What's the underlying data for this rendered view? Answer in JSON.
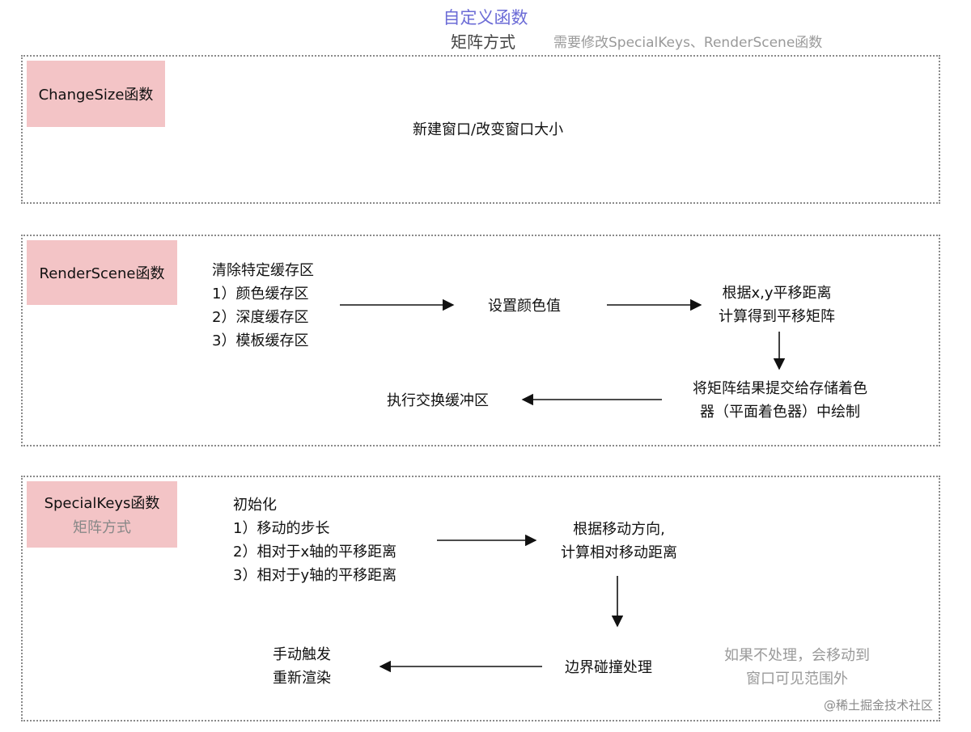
{
  "header": {
    "title": "自定义函数",
    "subtitle": "矩阵方式",
    "note": "需要修改SpecialKeys、RenderScene函数"
  },
  "change_size": {
    "label": "ChangeSize函数",
    "text": "新建窗口/改变窗口大小"
  },
  "render_scene": {
    "label": "RenderScene函数",
    "clear": [
      "清除特定缓存区",
      "1）颜色缓存区",
      "2）深度缓存区",
      "3）模板缓存区"
    ],
    "set_color": "设置颜色值",
    "compute": [
      "根据x,y平移距离",
      "计算得到平移矩阵"
    ],
    "submit": [
      "将矩阵结果提交给存储着色",
      "器（平面着色器）中绘制"
    ],
    "swap": "执行交换缓冲区"
  },
  "special_keys": {
    "label": "SpecialKeys函数",
    "label_sub": "矩阵方式",
    "init": [
      "初始化",
      "1）移动的步长",
      "2）相对于x轴的平移距离",
      "3）相对于y轴的平移距离"
    ],
    "direction": [
      "根据移动方向,",
      "计算相对移动距离"
    ],
    "collision": "边界碰撞处理",
    "redraw": [
      "手动触发",
      "重新渲染"
    ],
    "note": [
      "如果不处理，会移动到",
      "窗口可见范围外"
    ]
  },
  "watermark": "@稀土掘金技术社区",
  "colors": {
    "title": "#6b6bd6",
    "label_fill": "#f3c4c6",
    "border": "#8a8a8a"
  }
}
